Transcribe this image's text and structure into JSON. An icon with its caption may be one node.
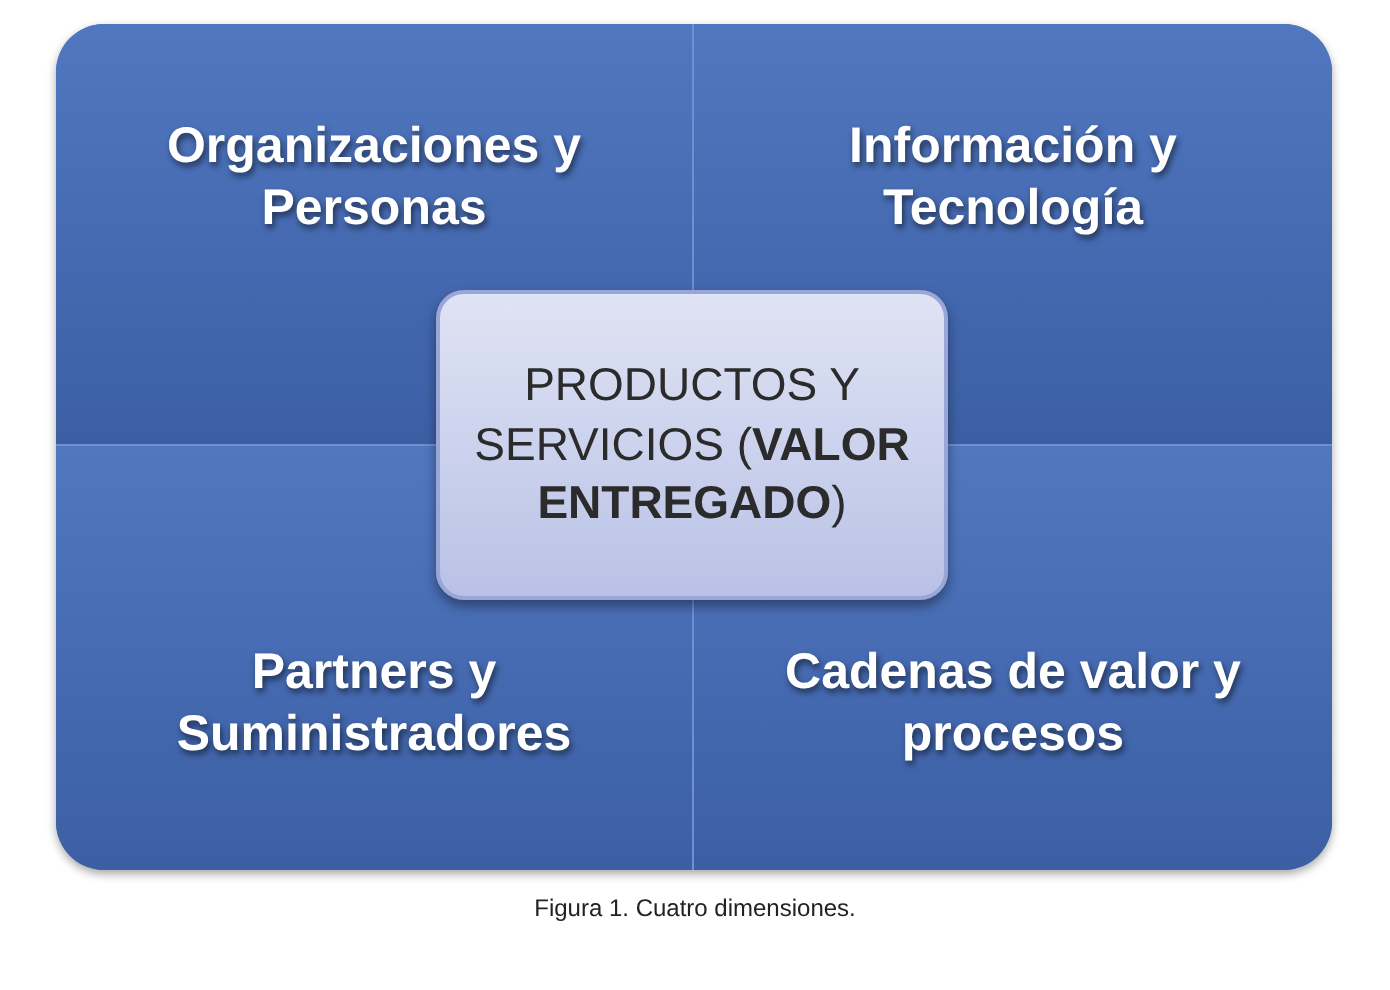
{
  "diagram": {
    "caption": "Figura 1. Cuatro dimensiones.",
    "nodes": [
      {
        "text": [
          "Organizaciones y Personas"
        ]
      },
      {
        "text": [
          "Información y Tecnología"
        ]
      },
      {
        "text": [
          "Partners y Suministradores"
        ]
      },
      {
        "text": [
          "Cadenas de valor y procesos"
        ]
      },
      {
        "text": [
          "PRODUCTOS Y SERVICIOS (**VALOR ENTREGADO**)"
        ]
      }
    ]
  }
}
